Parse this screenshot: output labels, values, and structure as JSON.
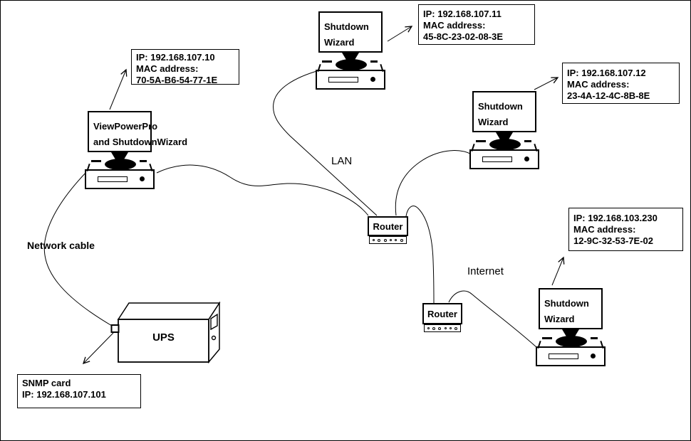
{
  "labels": {
    "lan": "LAN",
    "internet": "Internet",
    "network_cable": "Network cable",
    "ups": "UPS"
  },
  "computers": {
    "viewpowerpro": {
      "name_line1": "ViewPowerPro",
      "name_line2": "and ShutdownWizard"
    },
    "shutdown_top": {
      "name_line1": "Shutdown",
      "name_line2": "Wizard"
    },
    "shutdown_right": {
      "name_line1": "Shutdown",
      "name_line2": "Wizard"
    },
    "shutdown_bottom": {
      "name_line1": "Shutdown",
      "name_line2": "Wizard"
    }
  },
  "routers": {
    "lan_router": "Router",
    "internet_router": "Router"
  },
  "info_boxes": {
    "viewpowerpro": {
      "lines": [
        "IP: 192.168.107.10",
        "MAC address:",
        "70-5A-B6-54-77-1E"
      ]
    },
    "shutdown_top": {
      "lines": [
        "IP: 192.168.107.11",
        "MAC address:",
        "45-8C-23-02-08-3E"
      ]
    },
    "shutdown_right": {
      "lines": [
        "IP: 192.168.107.12",
        "MAC address:",
        "23-4A-12-4C-8B-8E"
      ]
    },
    "shutdown_bottom": {
      "lines": [
        "IP: 192.168.103.230",
        "MAC address:",
        "12-9C-32-53-7E-02"
      ]
    },
    "snmp": {
      "lines": [
        "SNMP card",
        "IP: 192.168.107.101"
      ]
    }
  },
  "colors": {
    "line": "#000000",
    "background": "#ffffff"
  }
}
